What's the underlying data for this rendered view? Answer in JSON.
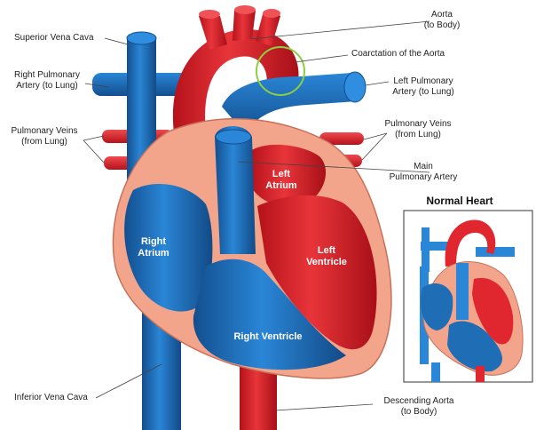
{
  "labels": {
    "aorta": [
      "Aorta",
      "(to Body)"
    ],
    "coarctation": [
      "Coarctation of the Aorta"
    ],
    "left_pulmonary_artery": [
      "Left Pulmonary",
      "Artery (to Lung)"
    ],
    "pulmonary_veins_right_side": [
      "Pulmonary Veins",
      "(from Lung)"
    ],
    "main_pulmonary_artery": [
      "Main",
      "Pulmonary Artery"
    ],
    "superior_vena_cava": [
      "Superior Vena Cava"
    ],
    "right_pulmonary_artery": [
      "Right Pulmonary",
      "Artery (to Lung)"
    ],
    "pulmonary_veins_left_side": [
      "Pulmonary Veins",
      "(from Lung)"
    ],
    "inferior_vena_cava": [
      "Inferior Vena Cava"
    ],
    "descending_aorta": [
      "Descending Aorta",
      "(to Body)"
    ]
  },
  "chambers": {
    "left_atrium": [
      "Left",
      "Atrium"
    ],
    "right_atrium": [
      "Right",
      "Atrium"
    ],
    "left_ventricle": [
      "Left",
      "Ventricle"
    ],
    "right_ventricle": [
      "Right Ventricle"
    ]
  },
  "inset": {
    "title": "Normal Heart"
  },
  "colors": {
    "oxygenated": "#e0262e",
    "deoxygenated": "#1f6db5",
    "heart_wall": "#f3a58c",
    "highlight_ring": "#8ccf3f"
  }
}
